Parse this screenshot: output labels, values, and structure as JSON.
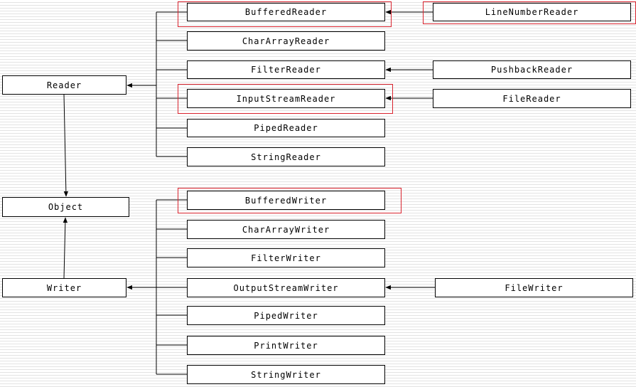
{
  "reader_group": {
    "root": "Reader",
    "subclasses": [
      "BufferedReader",
      "CharArrayReader",
      "FilterReader",
      "InputStreamReader",
      "PipedReader",
      "StringReader"
    ],
    "grandchildren": {
      "BufferedReader": "LineNumberReader",
      "FilterReader": "PushbackReader",
      "InputStreamReader": "FileReader"
    }
  },
  "object_label": "Object",
  "writer_group": {
    "root": "Writer",
    "subclasses": [
      "BufferedWriter",
      "CharArrayWriter",
      "FilterWriter",
      "OutputStreamWriter",
      "PipedWriter",
      "PrintWriter",
      "StringWriter"
    ],
    "grandchildren": {
      "OutputStreamWriter": "FileWriter"
    }
  },
  "highlighted": [
    "BufferedReader",
    "LineNumberReader",
    "InputStreamReader",
    "BufferedWriter"
  ],
  "highlight_color": "#d9232e"
}
